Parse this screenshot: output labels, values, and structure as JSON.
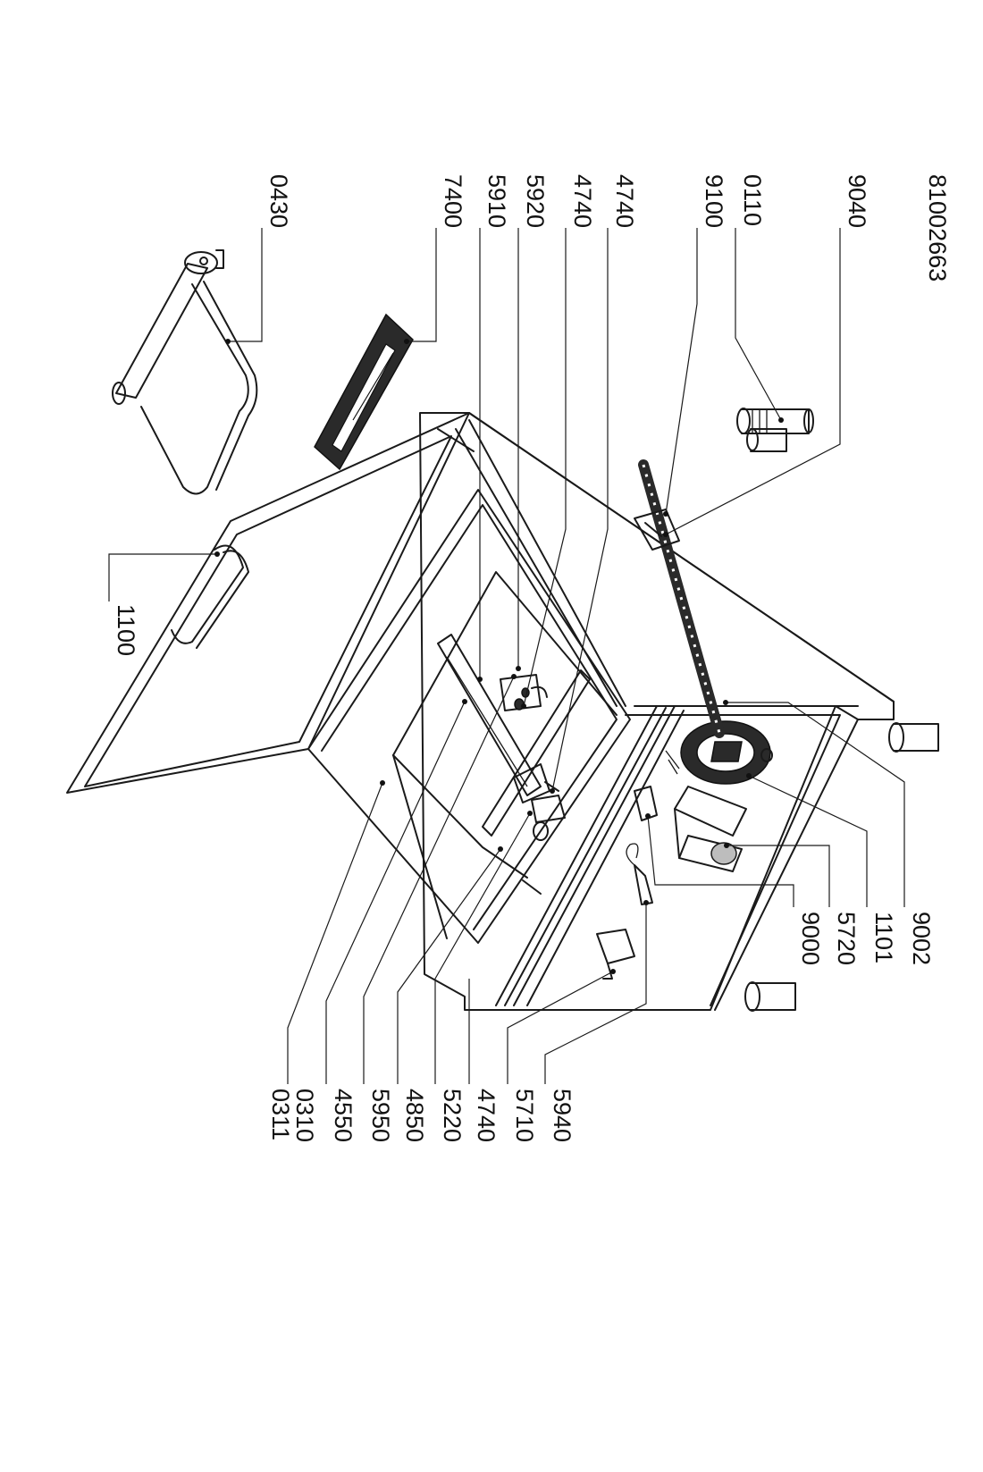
{
  "document_number": "81002663",
  "callouts": [
    {
      "id": "c0430",
      "label": "0430"
    },
    {
      "id": "c7400",
      "label": "7400"
    },
    {
      "id": "c5910",
      "label": "5910"
    },
    {
      "id": "c5920",
      "label": "5920"
    },
    {
      "id": "c4740a",
      "label": "4740"
    },
    {
      "id": "c4740b",
      "label": "4740"
    },
    {
      "id": "c9100",
      "label": "9100"
    },
    {
      "id": "c0110",
      "label": "0110"
    },
    {
      "id": "c9040",
      "label": "9040"
    },
    {
      "id": "c1100",
      "label": "1100"
    },
    {
      "id": "c0310",
      "label": "0310"
    },
    {
      "id": "c0311",
      "label": "0311"
    },
    {
      "id": "c4550",
      "label": "4550"
    },
    {
      "id": "c5950",
      "label": "5950"
    },
    {
      "id": "c4850",
      "label": "4850"
    },
    {
      "id": "c5220",
      "label": "5220"
    },
    {
      "id": "c4740c",
      "label": "4740"
    },
    {
      "id": "c5710",
      "label": "5710"
    },
    {
      "id": "c5940",
      "label": "5940"
    },
    {
      "id": "c9000",
      "label": "9000"
    },
    {
      "id": "c5720",
      "label": "5720"
    },
    {
      "id": "c1101",
      "label": "1101"
    },
    {
      "id": "c9002",
      "label": "9002"
    }
  ]
}
